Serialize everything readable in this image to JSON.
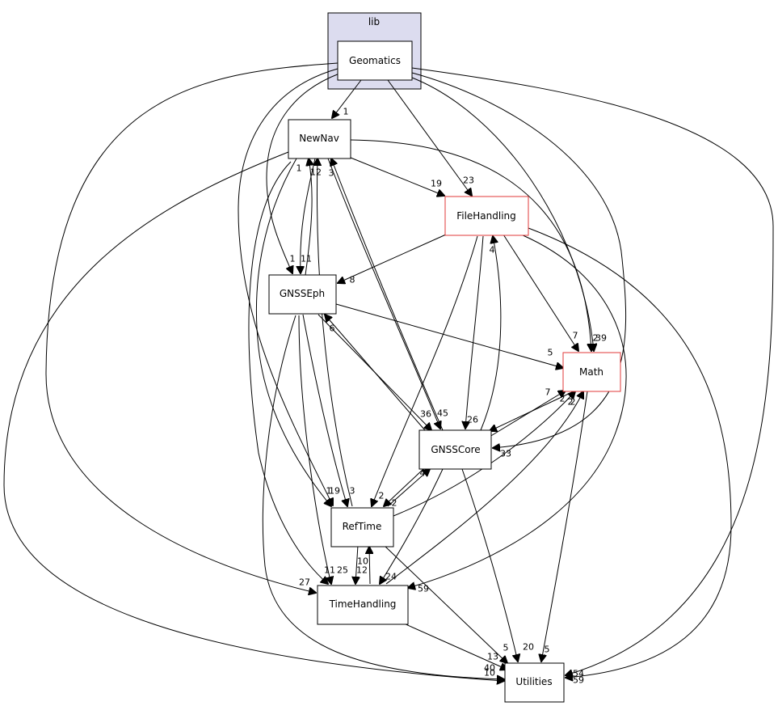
{
  "cluster": {
    "outer_label": "lib",
    "outer_fill": "#dcdcef",
    "inner_fill": "#eeeeff"
  },
  "nodes": {
    "geomatics": "Geomatics",
    "newnav": "NewNav",
    "filehandling": "FileHandling",
    "gnsseph": "GNSSEph",
    "math": "Math",
    "gnsscore": "GNSSCore",
    "reftime": "RefTime",
    "timehandling": "TimeHandling",
    "utilities": "Utilities"
  },
  "edge_labels": {
    "geo_newnav": "1",
    "geo_file": "23",
    "geo_gnsseph": "1",
    "geo_math": "39",
    "geo_gnsscore": "33",
    "geo_reftime": "19",
    "geo_time": "27",
    "geo_util": "54",
    "geo_util2": "59",
    "newnav_file": "19",
    "newnav_gnsseph": "11",
    "newnav_math": "2",
    "newnav_gnsscore": "45",
    "newnav_reftime": "1",
    "newnav_time": "11",
    "newnav_util": "40",
    "gnsseph_newnav": "1",
    "file_gnsseph": "8",
    "file_math": "7",
    "file_gnsscore": "26",
    "file_reftime": "2",
    "file_time": "59",
    "file_util": "59b",
    "gnsscore_file": "4",
    "gnsseph_math": "5",
    "gnsseph_gnsscore": "36",
    "gnsseph_reftime": "3",
    "gnsseph_time": "25",
    "gnsseph_util": "10",
    "gnsscore_newnav": "3",
    "gnsscore_gnsseph": "6",
    "gnsscore_math": "2",
    "gnsscore_reftime": "2",
    "gnsscore_time": "24",
    "gnsscore_util": "20",
    "math_gnsscore": "7",
    "math_util": "5",
    "reftime_newnav": "12",
    "reftime_math": "2",
    "reftime_gnsscore": "4",
    "reftime_time": "12",
    "reftime_util": "5",
    "time_reftime": "10",
    "time_math": "2",
    "time_util": "13"
  }
}
